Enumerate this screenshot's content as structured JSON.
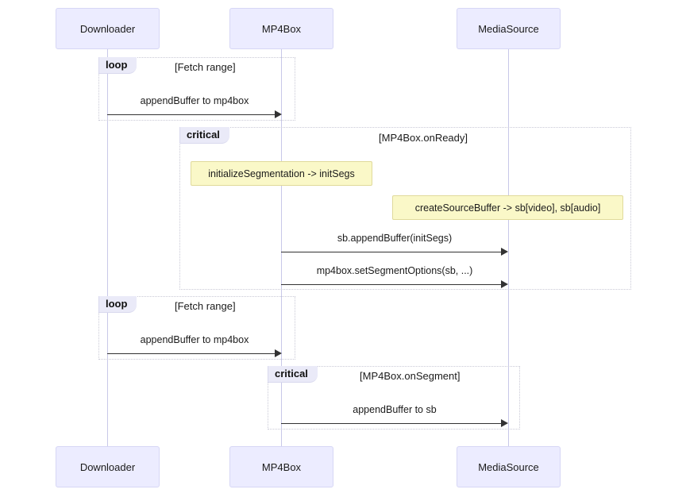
{
  "diagram": {
    "type": "sequence-diagram",
    "background_color": "#ffffff",
    "actor_fill": "#ECECFF",
    "note_fill": "#FAF8C8",
    "fragment_label_fill": "#EAEAF8",
    "line_color": "#333333"
  },
  "participants": [
    {
      "id": "downloader",
      "label": "Downloader"
    },
    {
      "id": "mp4box",
      "label": "MP4Box"
    },
    {
      "id": "mediasource",
      "label": "MediaSource"
    }
  ],
  "participants_bottom": [
    {
      "id": "downloader-bottom",
      "label": "Downloader"
    },
    {
      "id": "mp4box-bottom",
      "label": "MP4Box"
    },
    {
      "id": "mediasource-bottom",
      "label": "MediaSource"
    }
  ],
  "fragments": [
    {
      "id": "loop-1",
      "kind": "loop",
      "condition": "[Fetch range]"
    },
    {
      "id": "critical-1",
      "kind": "critical",
      "condition": "[MP4Box.onReady]"
    },
    {
      "id": "loop-2",
      "kind": "loop",
      "condition": "[Fetch range]"
    },
    {
      "id": "critical-2",
      "kind": "critical",
      "condition": "[MP4Box.onSegment]"
    }
  ],
  "messages": [
    {
      "id": "msg-1",
      "text": "appendBuffer to mp4box",
      "from": "downloader",
      "to": "mp4box"
    },
    {
      "id": "msg-2",
      "text": "sb.appendBuffer(initSegs)",
      "from": "mp4box",
      "to": "mediasource"
    },
    {
      "id": "msg-3",
      "text": "mp4box.setSegmentOptions(sb, ...)",
      "from": "mp4box",
      "to": "mediasource"
    },
    {
      "id": "msg-4",
      "text": "appendBuffer to mp4box",
      "from": "downloader",
      "to": "mp4box"
    },
    {
      "id": "msg-5",
      "text": "appendBuffer to sb",
      "from": "mp4box",
      "to": "mediasource"
    }
  ],
  "notes": [
    {
      "id": "note-1",
      "text": "initializeSegmentation -> initSegs",
      "over": "mp4box"
    },
    {
      "id": "note-2",
      "text": "createSourceBuffer -> sb[video], sb[audio]",
      "over": "mediasource"
    }
  ]
}
